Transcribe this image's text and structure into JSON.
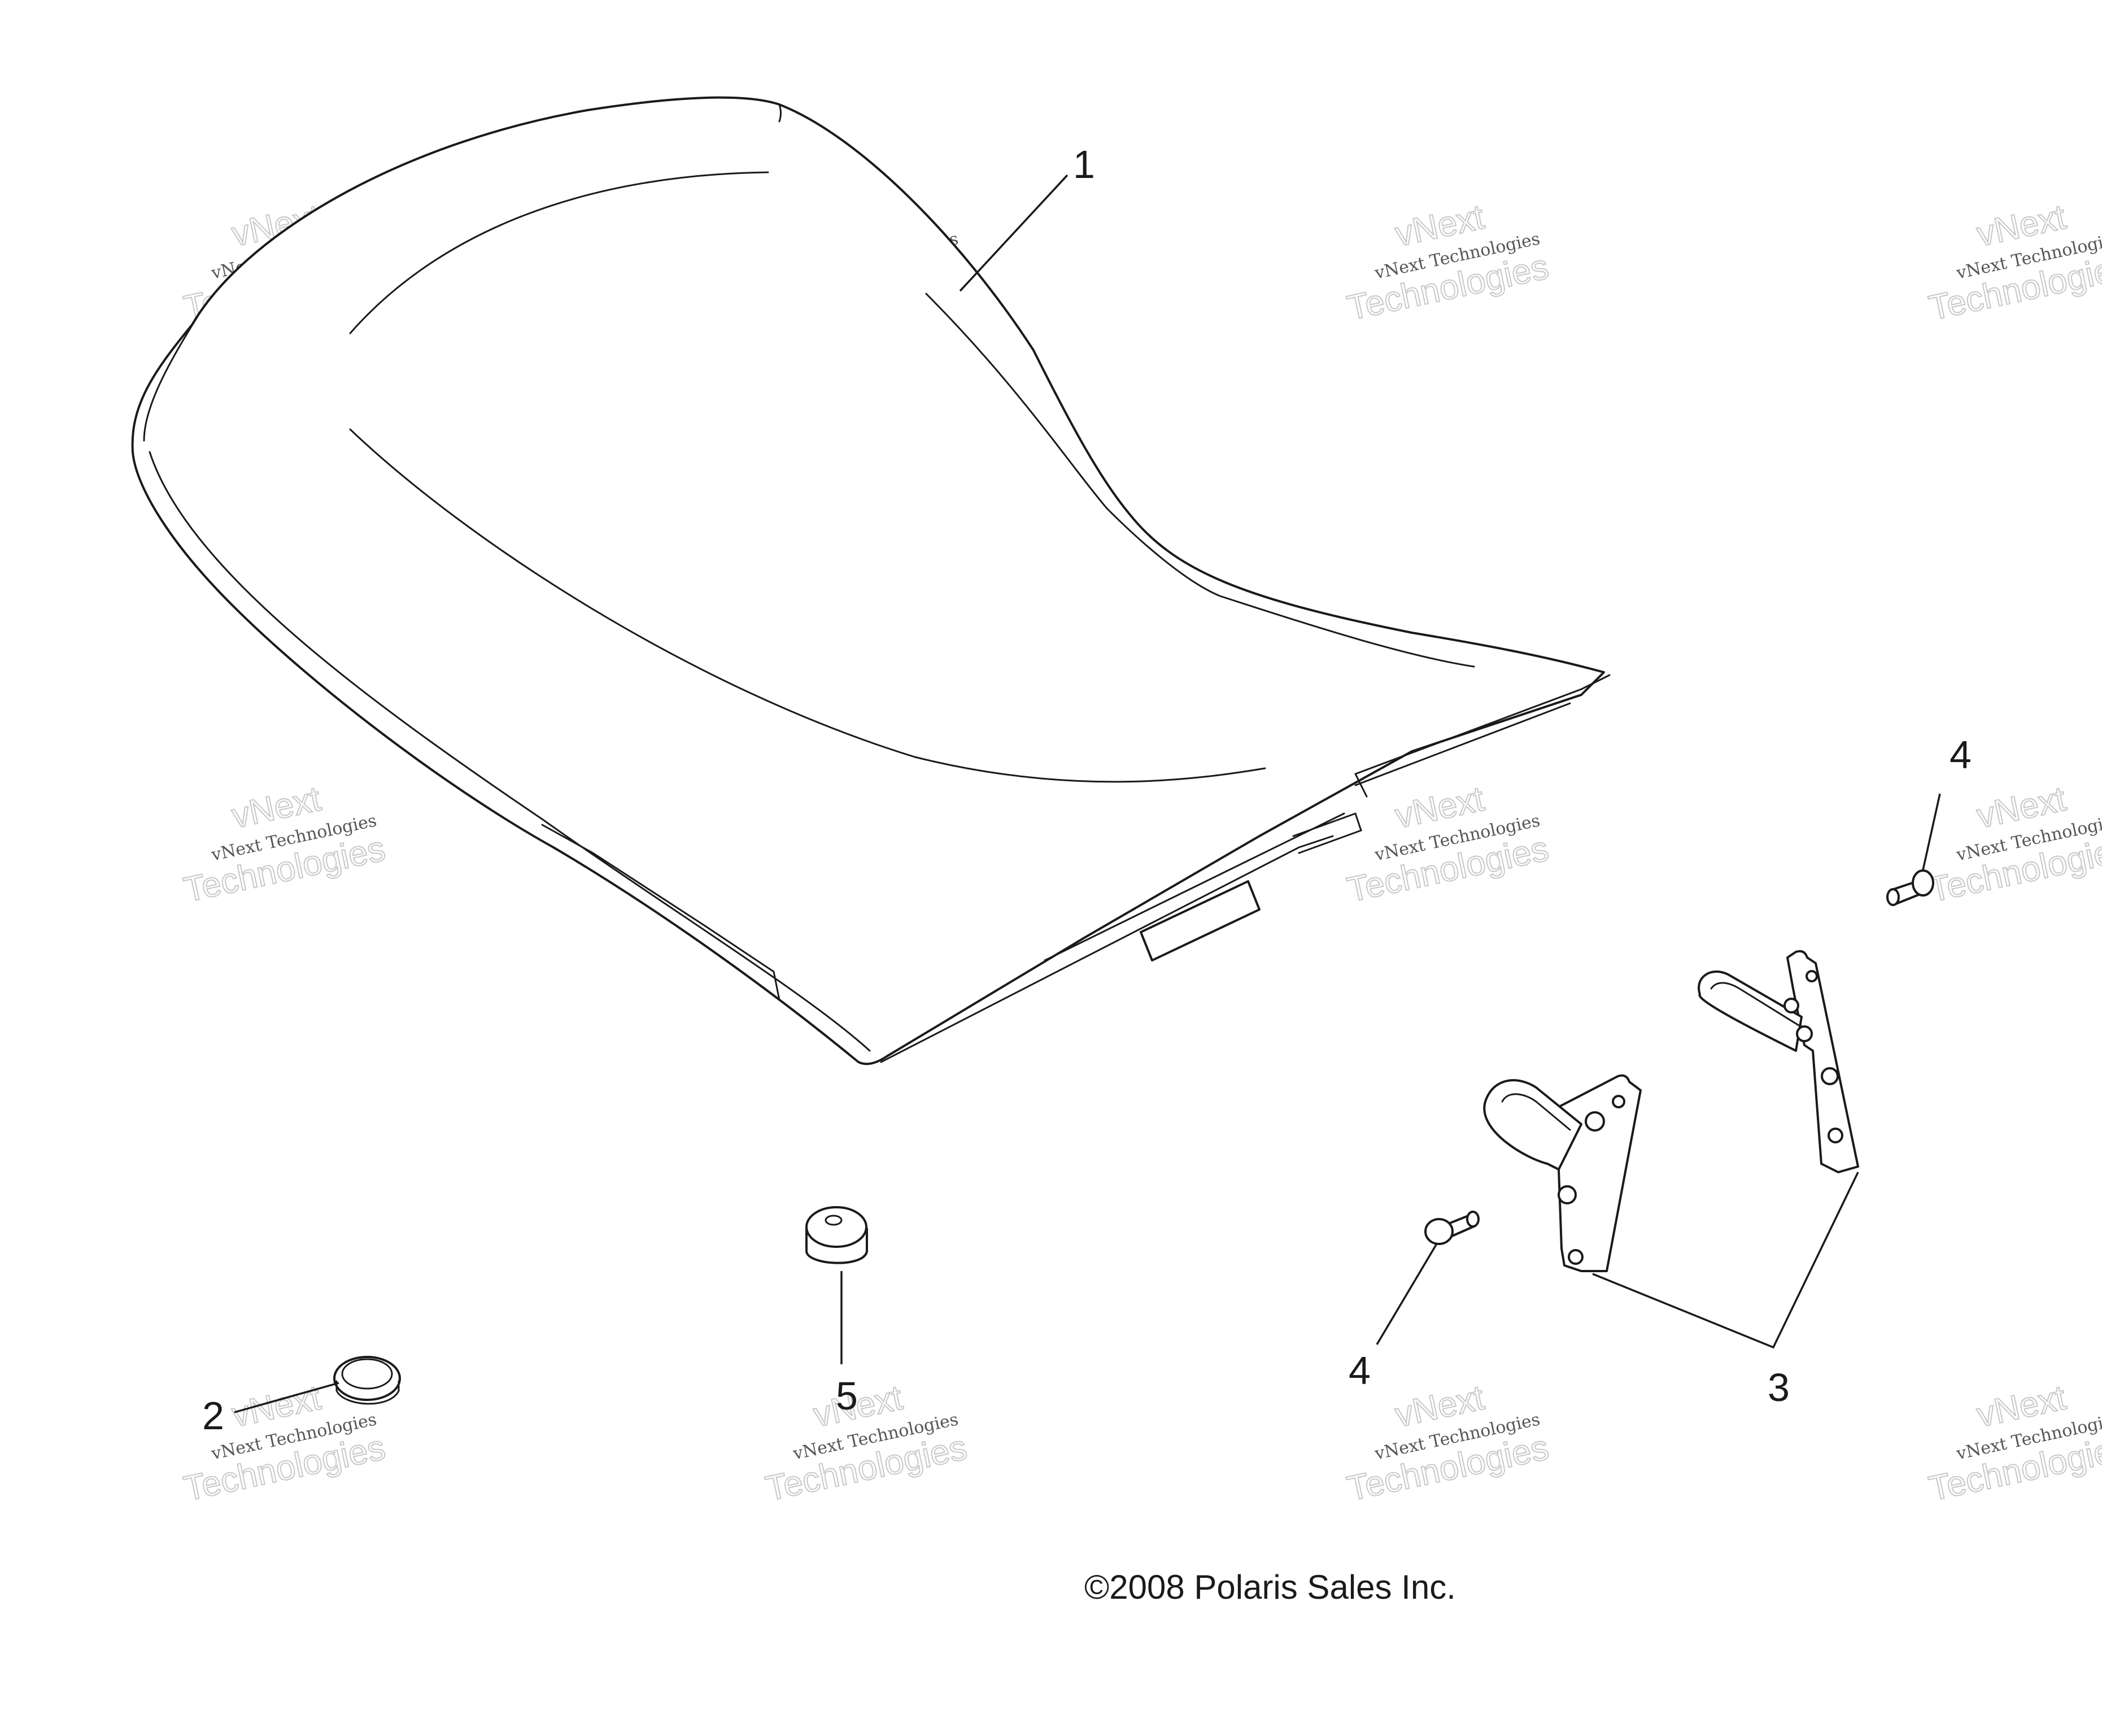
{
  "diagram": {
    "callouts": [
      "1",
      "2",
      "3",
      "4",
      "4",
      "5"
    ],
    "copyright": "©2008 Polaris Sales Inc.",
    "watermark": {
      "line1": "vNext",
      "line2": "vNext Technologies",
      "line3": "Technologies"
    }
  }
}
